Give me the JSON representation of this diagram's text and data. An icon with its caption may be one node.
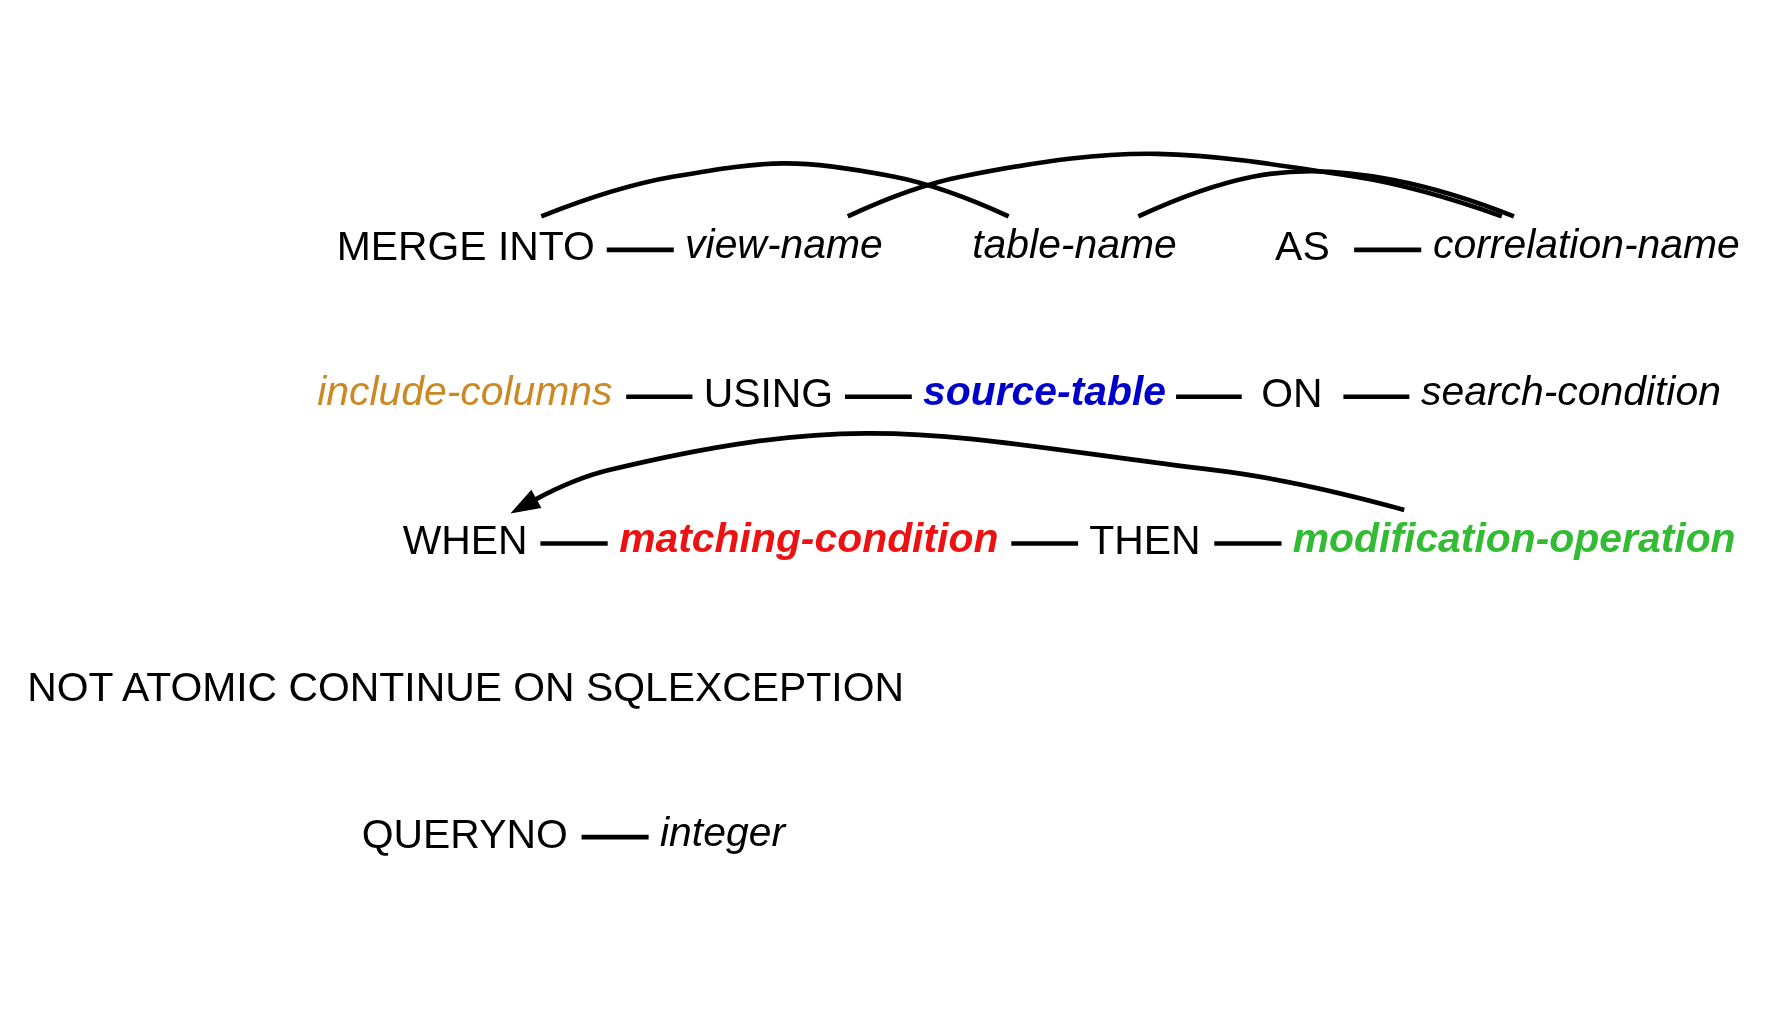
{
  "diagram": {
    "nodes": [
      {
        "text": [
          "MERGE INTO"
        ]
      },
      {
        "text": [
          "table-name"
        ]
      },
      {
        "text": [
          "view-name"
        ]
      },
      {
        "text": [
          "AS"
        ]
      },
      {
        "text": [
          "correlation-name"
        ]
      },
      {
        "text": [
          "include-columns"
        ]
      },
      {
        "text": [
          "USING"
        ]
      },
      {
        "text": [
          "source-table"
        ]
      },
      {
        "text": [
          "ON"
        ]
      },
      {
        "text": [
          "search-condition"
        ]
      },
      {
        "text": [
          "WHEN"
        ]
      },
      {
        "text": [
          "matching-condition"
        ]
      },
      {
        "text": [
          "THEN"
        ]
      },
      {
        "text": [
          "modification-operation"
        ]
      },
      {
        "text": [
          "NOT ATOMIC CONTINUE ON SQLEXCEPTION"
        ]
      },
      {
        "text": [
          "QUERYNO"
        ]
      },
      {
        "text": [
          "integer"
        ]
      }
    ],
    "edges": [
      {
        "from": 0,
        "to": 1,
        "arrow": "none"
      },
      {
        "from": 0,
        "to": 2,
        "arrow": "none"
      },
      {
        "from": 1,
        "to": 4,
        "arrow": "none"
      },
      {
        "from": 2,
        "to": 4,
        "arrow": "none"
      },
      {
        "from": 3,
        "to": 4,
        "arrow": "none"
      },
      {
        "from": 5,
        "to": 6,
        "arrow": "none"
      },
      {
        "from": 6,
        "to": 7,
        "arrow": "none"
      },
      {
        "from": 7,
        "to": 8,
        "arrow": "none"
      },
      {
        "from": 8,
        "to": 9,
        "arrow": "none"
      },
      {
        "from": 10,
        "to": 11,
        "arrow": "none"
      },
      {
        "from": 11,
        "to": 12,
        "arrow": "none"
      },
      {
        "from": 12,
        "to": 13,
        "arrow": "none"
      },
      {
        "from": 13,
        "to": 10,
        "arrow": "to"
      },
      {
        "from": 15,
        "to": 16,
        "arrow": "none"
      }
    ]
  }
}
